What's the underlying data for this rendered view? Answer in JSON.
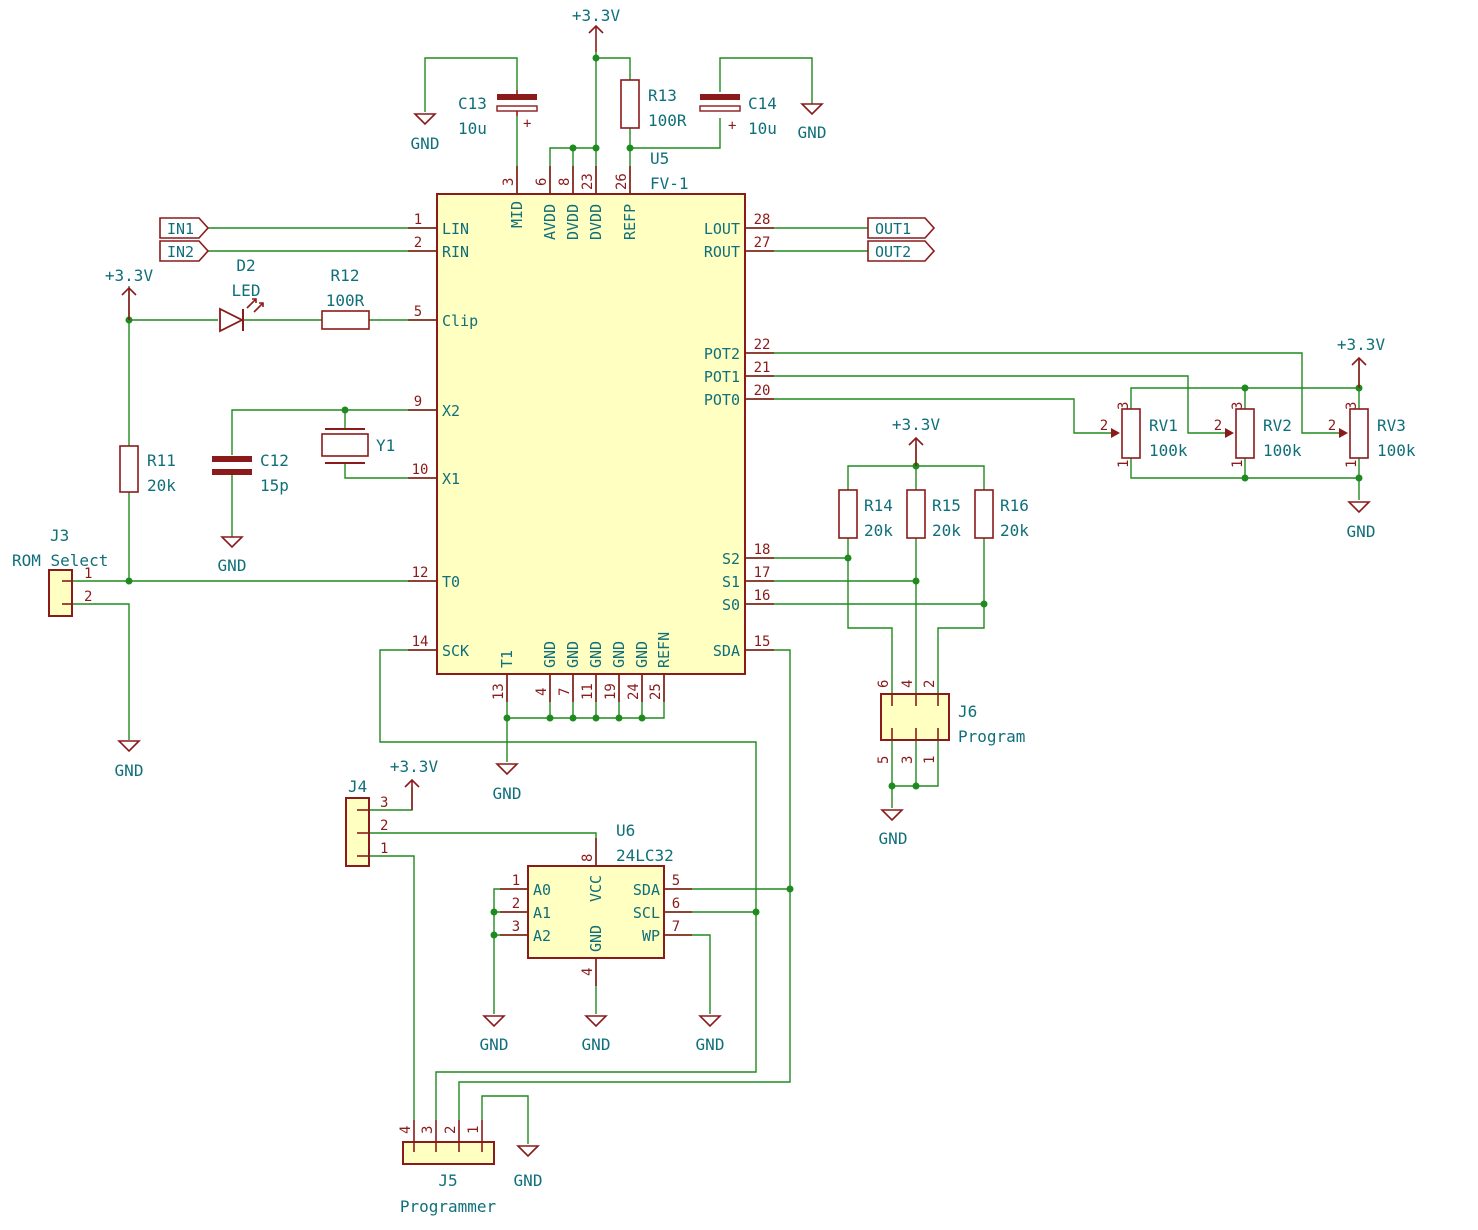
{
  "power": {
    "vcc": "+3.3V",
    "gnd": "GND"
  },
  "u5": {
    "ref": "U5",
    "value": "FV-1",
    "pins": [
      {
        "num": "1",
        "name": "LIN"
      },
      {
        "num": "2",
        "name": "RIN"
      },
      {
        "num": "5",
        "name": "Clip"
      },
      {
        "num": "9",
        "name": "X2"
      },
      {
        "num": "10",
        "name": "X1"
      },
      {
        "num": "12",
        "name": "T0"
      },
      {
        "num": "14",
        "name": "SCK"
      },
      {
        "num": "28",
        "name": "LOUT"
      },
      {
        "num": "27",
        "name": "ROUT"
      },
      {
        "num": "22",
        "name": "POT2"
      },
      {
        "num": "21",
        "name": "POT1"
      },
      {
        "num": "20",
        "name": "POT0"
      },
      {
        "num": "18",
        "name": "S2"
      },
      {
        "num": "17",
        "name": "S1"
      },
      {
        "num": "16",
        "name": "S0"
      },
      {
        "num": "15",
        "name": "SDA"
      },
      {
        "num": "3",
        "name": "MID"
      },
      {
        "num": "6",
        "name": "AVDD"
      },
      {
        "num": "8",
        "name": "DVDD"
      },
      {
        "num": "23",
        "name": "DVDD"
      },
      {
        "num": "26",
        "name": "REFP"
      },
      {
        "num": "13",
        "name": "T1"
      },
      {
        "num": "4",
        "name": "GND"
      },
      {
        "num": "7",
        "name": "GND"
      },
      {
        "num": "11",
        "name": "GND"
      },
      {
        "num": "19",
        "name": "GND"
      },
      {
        "num": "24",
        "name": "GND"
      },
      {
        "num": "25",
        "name": "REFN"
      }
    ]
  },
  "u6": {
    "ref": "U6",
    "value": "24LC32",
    "pins": [
      {
        "num": "1",
        "name": "A0"
      },
      {
        "num": "2",
        "name": "A1"
      },
      {
        "num": "3",
        "name": "A2"
      },
      {
        "num": "8",
        "name": "VCC"
      },
      {
        "num": "4",
        "name": "GND"
      },
      {
        "num": "5",
        "name": "SDA"
      },
      {
        "num": "6",
        "name": "SCL"
      },
      {
        "num": "7",
        "name": "WP"
      }
    ]
  },
  "labels": {
    "in1": "IN1",
    "in2": "IN2",
    "out1": "OUT1",
    "out2": "OUT2"
  },
  "parts": {
    "c13": {
      "ref": "C13",
      "value": "10u"
    },
    "c14": {
      "ref": "C14",
      "value": "10u"
    },
    "r13": {
      "ref": "R13",
      "value": "100R"
    },
    "r12": {
      "ref": "R12",
      "value": "100R"
    },
    "d2": {
      "ref": "D2",
      "value": "LED"
    },
    "r11": {
      "ref": "R11",
      "value": "20k"
    },
    "c12": {
      "ref": "C12",
      "value": "15p"
    },
    "y1": {
      "ref": "Y1"
    },
    "rv1": {
      "ref": "RV1",
      "value": "100k"
    },
    "rv2": {
      "ref": "RV2",
      "value": "100k"
    },
    "rv3": {
      "ref": "RV3",
      "value": "100k"
    },
    "r14": {
      "ref": "R14",
      "value": "20k"
    },
    "r15": {
      "ref": "R15",
      "value": "20k"
    },
    "r16": {
      "ref": "R16",
      "value": "20k"
    }
  },
  "connectors": {
    "j3": {
      "ref": "J3",
      "value": "ROM Select",
      "pins": [
        "1",
        "2"
      ]
    },
    "j4": {
      "ref": "J4",
      "pins": [
        "3",
        "2",
        "1"
      ]
    },
    "j5": {
      "ref": "J5",
      "value": "Programmer",
      "pins": [
        "4",
        "3",
        "2",
        "1"
      ]
    },
    "j6": {
      "ref": "J6",
      "value": "Program",
      "pins_top": [
        "6",
        "4",
        "2"
      ],
      "pins_bottom": [
        "5",
        "3",
        "1"
      ]
    }
  },
  "misc": {
    "pot_pins": [
      "3",
      "2",
      "1"
    ],
    "cap_plus": "+"
  }
}
